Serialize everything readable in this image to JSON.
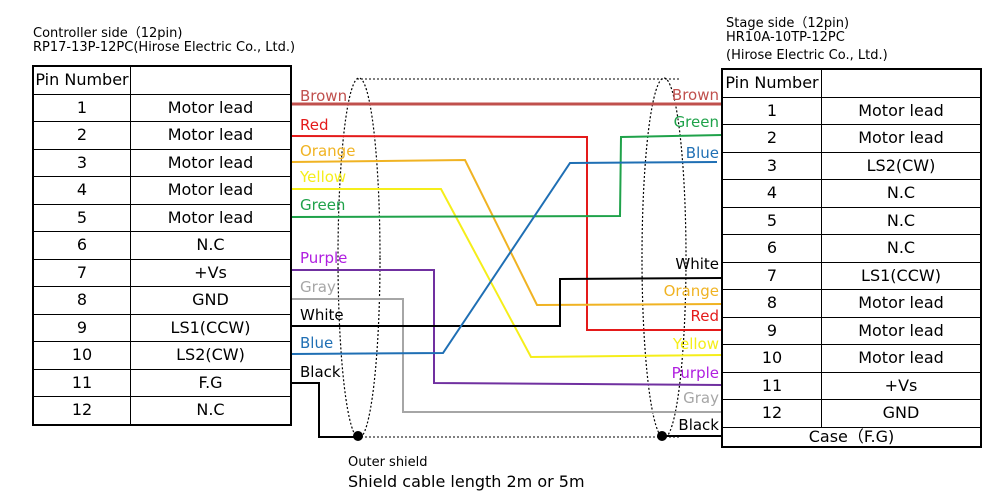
{
  "controller": {
    "title": "Controller side（12pin)",
    "model": "RP17-13P-12PC(Hirose Electric Co., Ltd.)",
    "header": "Pin Number",
    "rows": [
      {
        "pin": "1",
        "signal": "Motor lead"
      },
      {
        "pin": "2",
        "signal": "Motor lead"
      },
      {
        "pin": "3",
        "signal": "Motor lead"
      },
      {
        "pin": "4",
        "signal": "Motor lead"
      },
      {
        "pin": "5",
        "signal": "Motor lead"
      },
      {
        "pin": "6",
        "signal": "N.C"
      },
      {
        "pin": "7",
        "signal": "+Vs"
      },
      {
        "pin": "8",
        "signal": "GND"
      },
      {
        "pin": "9",
        "signal": "LS1(CCW)"
      },
      {
        "pin": "10",
        "signal": "LS2(CW)"
      },
      {
        "pin": "11",
        "signal": "F.G"
      },
      {
        "pin": "12",
        "signal": "N.C"
      }
    ]
  },
  "stage": {
    "title": "Stage side（12pin)",
    "model": "HR10A-10TP-12PC",
    "maker": "(Hirose Electric Co., Ltd.)",
    "header": "Pin Number",
    "rows": [
      {
        "pin": "1",
        "signal": "Motor lead"
      },
      {
        "pin": "2",
        "signal": "Motor lead"
      },
      {
        "pin": "3",
        "signal": "LS2(CW)"
      },
      {
        "pin": "4",
        "signal": "N.C"
      },
      {
        "pin": "5",
        "signal": "N.C"
      },
      {
        "pin": "6",
        "signal": "N.C"
      },
      {
        "pin": "7",
        "signal": "LS1(CCW)"
      },
      {
        "pin": "8",
        "signal": "Motor lead"
      },
      {
        "pin": "9",
        "signal": "Motor lead"
      },
      {
        "pin": "10",
        "signal": "Motor lead"
      },
      {
        "pin": "11",
        "signal": "+Vs"
      },
      {
        "pin": "12",
        "signal": "GND"
      }
    ],
    "case": "Case（F.G)"
  },
  "wires": {
    "brown": {
      "label": "Brown",
      "color": "#c0504d"
    },
    "red": {
      "label": "Red",
      "color": "#e41a1a"
    },
    "orange": {
      "label": "Orange",
      "color": "#f0b323"
    },
    "yellow": {
      "label": "Yellow",
      "color": "#f5ee1a"
    },
    "green": {
      "label": "Green",
      "color": "#1fa24a"
    },
    "purple": {
      "label": "Purple",
      "color": "#7030a0",
      "text_color": "#b01ee0"
    },
    "gray": {
      "label": "Gray",
      "color": "#a6a6a6"
    },
    "white": {
      "label": "White",
      "color": "#000000"
    },
    "blue": {
      "label": "Blue",
      "color": "#1f6fb4"
    },
    "black": {
      "label": "Black",
      "color": "#000000"
    }
  },
  "footer": {
    "shield": "Outer shield",
    "length": "Shield cable length 2m or 5m"
  }
}
